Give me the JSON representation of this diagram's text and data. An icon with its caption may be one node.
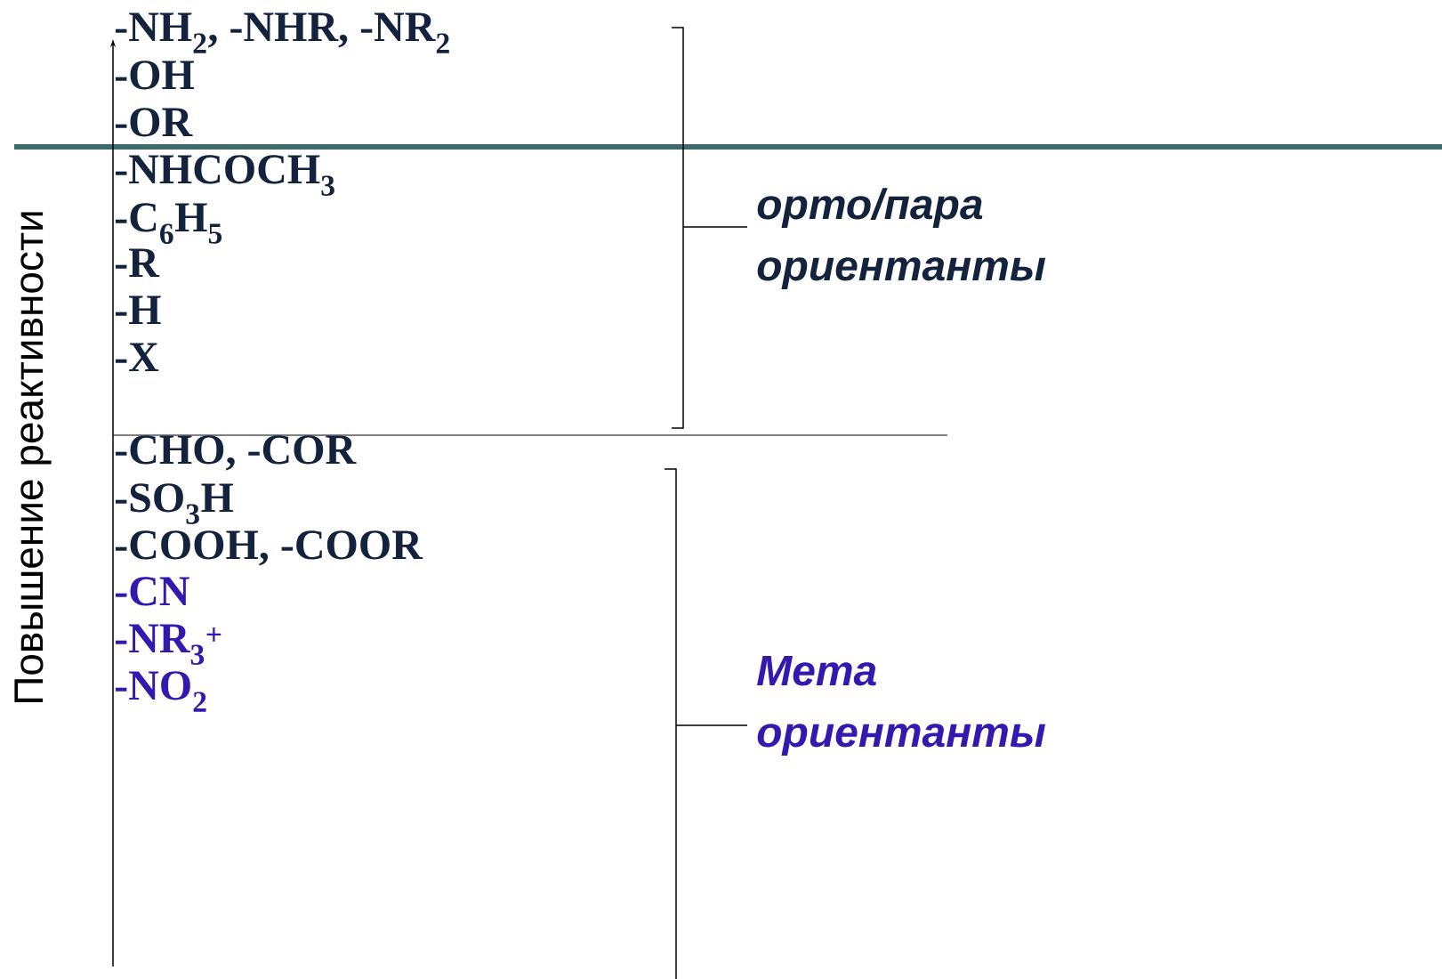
{
  "diagram": {
    "labels": [
      "-NH$_{2}$, -NHR, -NR$_{2}$",
      "-OH",
      "-OR",
      "-NHCOCH$_{3}$",
      "-C$_{6}$H$_{5}$",
      "-R",
      "-H",
      "-X",
      "-CHO, -COR",
      "-SO$_{3}$H",
      "-COOH, -COOR",
      "-CN",
      "-NR$_{3}$$^{+}$",
      "-NO$_{2}$",
      "орто/пара ориентанты",
      "Мета ориентанты",
      "Повышение реактивности"
    ]
  }
}
